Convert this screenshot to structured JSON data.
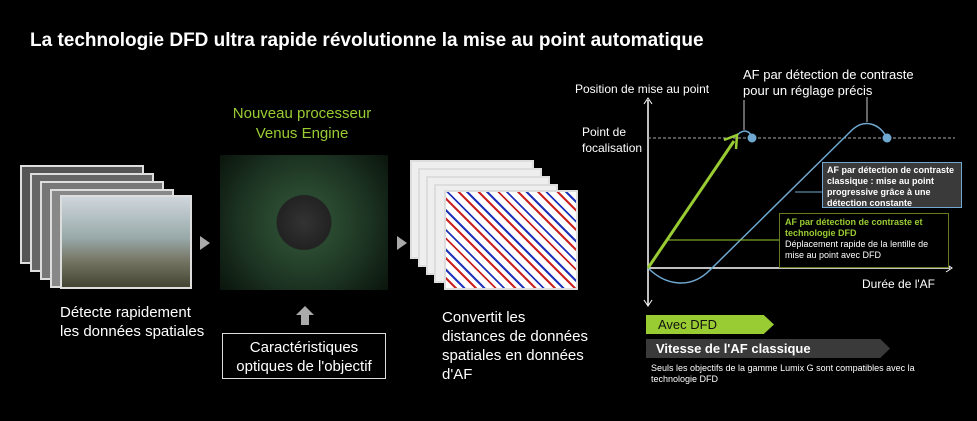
{
  "title": "La technologie DFD ultra rapide révolutionne la mise au point automatique",
  "processor_label": [
    "Nouveau processeur",
    "Venus Engine"
  ],
  "left_caption": [
    "Détecte rapidement",
    "les données spatiales"
  ],
  "optics_box": [
    "Caractéristiques",
    "optiques de l'objectif"
  ],
  "right_caption": [
    "Convertit les",
    "distances de données",
    "spatiales en données",
    "d'AF"
  ],
  "chart": {
    "y_axis_label": "Position de mise au point",
    "focus_label": [
      "Point de",
      "focalisation"
    ],
    "x_axis_label": "Durée de l'AF",
    "top_annotation": [
      "AF par détection de contraste",
      "pour un réglage précis"
    ],
    "classic_box": [
      "AF par détection de contraste",
      "classique : mise au point",
      "progressive grâce à une",
      "détection constante"
    ],
    "dfd_box_title": [
      "AF par détection de contraste et",
      "technologie DFD"
    ],
    "dfd_box_text": [
      "Déplacement rapide de la lentille de",
      "mise au point avec DFD"
    ]
  },
  "legend": {
    "dfd": "Avec DFD",
    "classic": "Vitesse de l'AF classique"
  },
  "footnote": [
    "Seuls les objectifs de la gamme Lumix G sont compatibles avec la",
    "technologie DFD"
  ],
  "colors": {
    "green": "#99cc33",
    "blue": "#6fa8d0",
    "gray": "#3a3a3a"
  }
}
